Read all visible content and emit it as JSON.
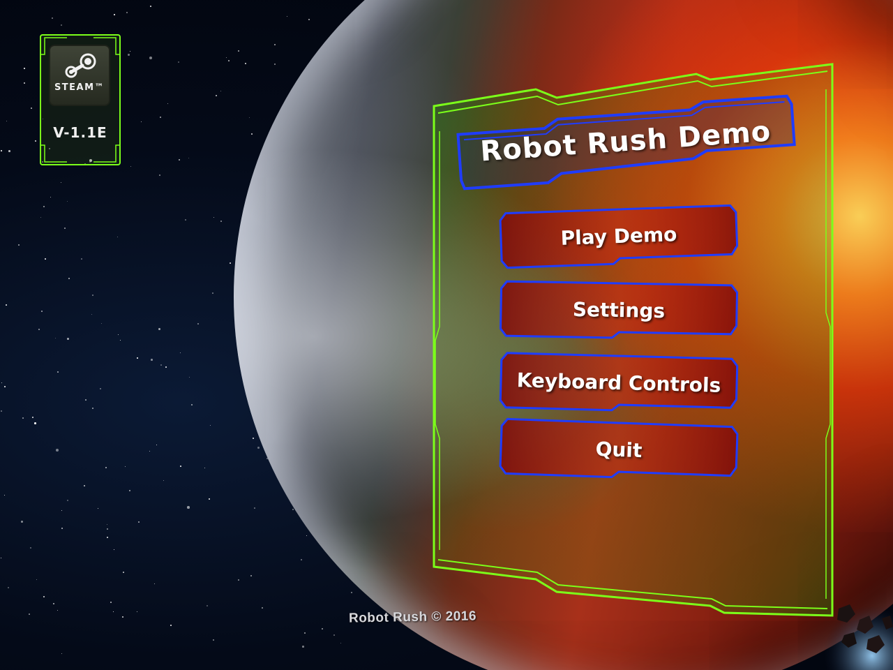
{
  "screen": "main-menu",
  "badge": {
    "platform_logo_text": "STEAM™",
    "version": "V-1.1E",
    "icon": "steam-icon"
  },
  "menu": {
    "title": "Robot Rush Demo",
    "buttons": [
      {
        "id": "play",
        "label": "Play Demo"
      },
      {
        "id": "settings",
        "label": "Settings"
      },
      {
        "id": "keyboard",
        "label": "Keyboard Controls"
      },
      {
        "id": "quit",
        "label": "Quit"
      }
    ]
  },
  "footer": {
    "copyright": "Robot Rush © 2016"
  },
  "colors": {
    "panel_frame": "#7cff1a",
    "button_border": "#1f3cff",
    "button_fill": "#8a1010",
    "text": "#ffffff"
  }
}
